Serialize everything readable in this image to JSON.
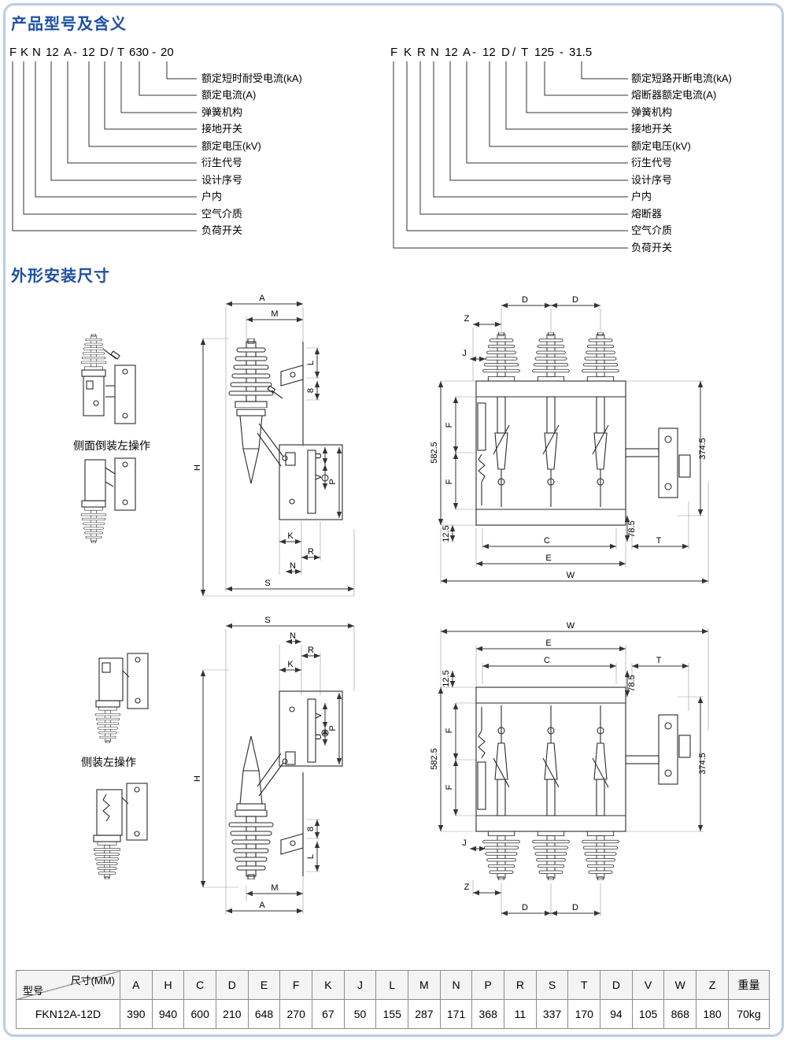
{
  "sections": {
    "models_title": "产品型号及含义",
    "dims_title": "外形安装尺寸"
  },
  "colors": {
    "heading": "#1d50a4",
    "frame": "#b9cde6"
  },
  "model_left": {
    "code": [
      "F",
      "K",
      "N",
      "12",
      "A",
      "-",
      "12",
      "D",
      "/",
      "T",
      "630",
      "-",
      "20"
    ],
    "labels": [
      "额定短时耐受电流(kA)",
      "额定电流(A)",
      "弹簧机构",
      "接地开关",
      "额定电压(kV)",
      "衍生代号",
      "设计序号",
      "户内",
      "空气介质",
      "负荷开关"
    ]
  },
  "model_right": {
    "code": [
      "F",
      "K",
      "R",
      "N",
      "12",
      "A",
      "-",
      "12",
      "D",
      "/",
      "T",
      "125",
      "-",
      "31.5"
    ],
    "labels": [
      "额定短路开断电流(kA)",
      "熔断器额定电流(A)",
      "弹簧机构",
      "接地开关",
      "额定电压(kV)",
      "衍生代号",
      "设计序号",
      "户内",
      "熔断器",
      "空气介质",
      "负荷开关"
    ]
  },
  "drawings": {
    "caption_top": "侧面倒装左操作",
    "caption_bottom": "侧装左操作",
    "dims": {
      "A": "A",
      "M": "M",
      "H": "H",
      "L": "L",
      "eight": "8",
      "U": "U",
      "V": "V",
      "P": "P",
      "K": "K",
      "R": "R",
      "N": "N",
      "S": "S",
      "D": "D",
      "Z": "Z",
      "J": "J",
      "F": "F",
      "C": "C",
      "E": "E",
      "W": "W",
      "T": "T",
      "v5825": "582.5",
      "v125": "12.5",
      "v785": "78.5",
      "v3745": "374.5"
    }
  },
  "table": {
    "corner_top": "尺寸(MM)",
    "corner_bottom": "型号",
    "columns": [
      "A",
      "H",
      "C",
      "D",
      "E",
      "F",
      "K",
      "J",
      "L",
      "M",
      "N",
      "P",
      "R",
      "S",
      "T",
      "D",
      "V",
      "W",
      "Z",
      "重量"
    ],
    "rows": [
      {
        "model": "FKN12A-12D",
        "values": [
          "390",
          "940",
          "600",
          "210",
          "648",
          "270",
          "67",
          "50",
          "155",
          "287",
          "171",
          "368",
          "11",
          "337",
          "170",
          "94",
          "105",
          "868",
          "180",
          "70kg"
        ]
      }
    ]
  }
}
